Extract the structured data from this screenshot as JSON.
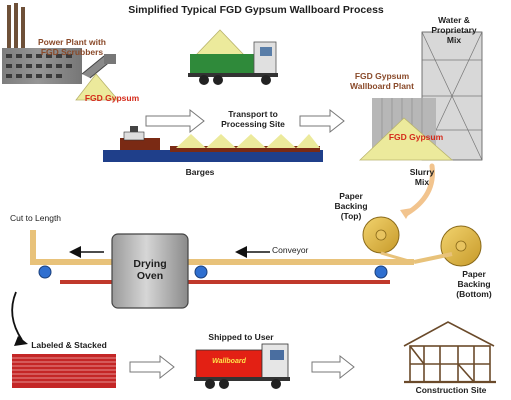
{
  "title": "Simplified Typical FGD Gypsum Wallboard Process",
  "labels": {
    "power_plant_line1": "Power Plant with",
    "power_plant_line2": "FGD Scrubbers",
    "fgd_gypsum_left": "FGD Gypsum",
    "transport_line1": "Transport to",
    "transport_line2": "Processing Site",
    "barges": "Barges",
    "water_line1": "Water &",
    "water_line2": "Proprietary",
    "water_line3": "Mix",
    "plant_line1": "FGD Gypsum",
    "plant_line2": "Wallboard Plant",
    "fgd_gypsum_plant": "FGD Gypsum",
    "slurry_line1": "Slurry",
    "slurry_line2": "Mix",
    "paper_top_line1": "Paper",
    "paper_top_line2": "Backing",
    "paper_top_line3": "(Top)",
    "paper_bottom_line1": "Paper",
    "paper_bottom_line2": "Backing",
    "paper_bottom_line3": "(Bottom)",
    "cut_to_length": "Cut to Length",
    "conveyor": "Conveyor",
    "drying_line1": "Drying",
    "drying_line2": "Oven",
    "labeled_stacked": "Labeled & Stacked",
    "shipped_to_user": "Shipped to User",
    "truck_logo": "Wallboard",
    "construction_site": "Construction Site"
  },
  "colors": {
    "gypsum": "#ecea9c",
    "truck_green": "#2f8a3a",
    "truck_red": "#e32014",
    "conveyor": "#e8c27a",
    "roller_blue": "#2f6fd0",
    "belt": "#c0392b",
    "stack": "#c42626"
  }
}
